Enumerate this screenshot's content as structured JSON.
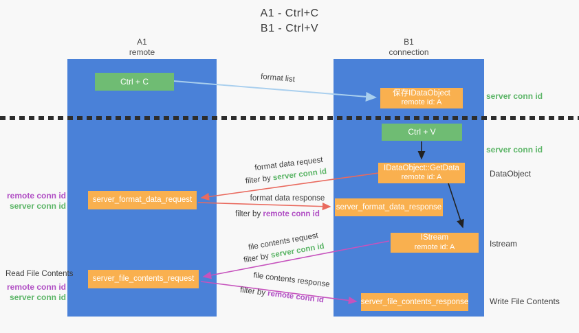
{
  "title": {
    "line1": "A1 - Ctrl+C",
    "line2": "B1 - Ctrl+V"
  },
  "lanes": {
    "a1": {
      "name": "A1",
      "role": "remote"
    },
    "b1": {
      "name": "B1",
      "role": "connection"
    }
  },
  "nodes": {
    "ctrl_c": {
      "label": "Ctrl + C"
    },
    "save_idataobject": {
      "label": "保存IDataObject",
      "sublabel": "remote id: A"
    },
    "ctrl_v": {
      "label": "Ctrl + V"
    },
    "getdata": {
      "label": "IDataObject::GetData",
      "sublabel": "remote id: A"
    },
    "format_request": {
      "label": "server_format_data_request"
    },
    "format_response": {
      "label": "server_format_data_response"
    },
    "istream": {
      "label": "IStream",
      "sublabel": "remote id: A"
    },
    "file_request": {
      "label": "server_file_contents_request"
    },
    "file_response": {
      "label": "server_file_contents_response"
    }
  },
  "edges": {
    "format_list": "format list",
    "format_data_request": "format data request",
    "format_data_response": "format data response",
    "file_contents_request": "file contents request",
    "file_contents_response": "file contents response",
    "filter_by": "filter by"
  },
  "annotations": {
    "server_conn_id": "server conn id",
    "remote_conn_id": "remote conn id",
    "dataobject": "DataObject",
    "istream": "Istream",
    "read_file_contents": "Read File Contents",
    "write_file_contents": "Write File Contents"
  },
  "colors": {
    "lane_fill": "#4a81d8",
    "action_green": "#6fbc73",
    "message_orange": "#f9b04f",
    "server_conn_id_text": "#5cb567",
    "remote_conn_id_text": "#b04ec4",
    "request_arrow_red": "#e96a5e",
    "contents_arrow_magenta": "#c653bd",
    "format_list_arrow_blue": "#a9cfee",
    "black_arrow": "#222222"
  }
}
